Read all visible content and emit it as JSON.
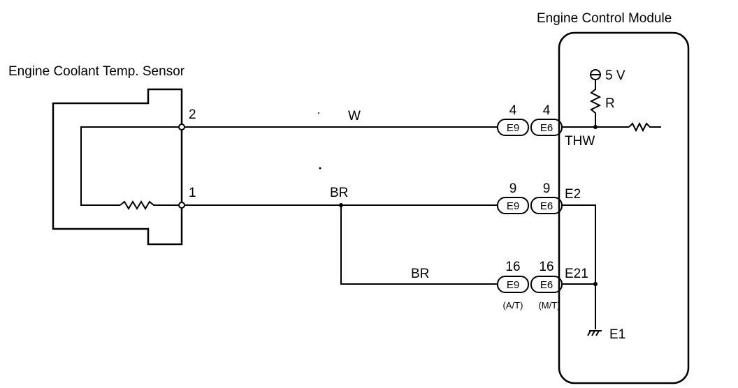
{
  "sensor": {
    "title": "Engine Coolant Temp. Sensor",
    "pin_top": "2",
    "pin_bottom": "1"
  },
  "ecm": {
    "title": "Engine Control Module",
    "supply": "5 V",
    "resistor": "R",
    "thw": "THW",
    "e2": "E2",
    "e21": "E21",
    "e1": "E1"
  },
  "wires": {
    "w": "W",
    "br1": "BR",
    "br2": "BR"
  },
  "connectors": {
    "row1": {
      "pin_left": "4",
      "pin_right": "4",
      "left": "E9",
      "right": "E6"
    },
    "row2": {
      "pin_left": "9",
      "pin_right": "9",
      "left": "E9",
      "right": "E6"
    },
    "row3": {
      "pin_left": "16",
      "pin_right": "16",
      "left": "E9",
      "right": "E6",
      "note_left": "(A/T)",
      "note_right": "(M/T)"
    }
  }
}
